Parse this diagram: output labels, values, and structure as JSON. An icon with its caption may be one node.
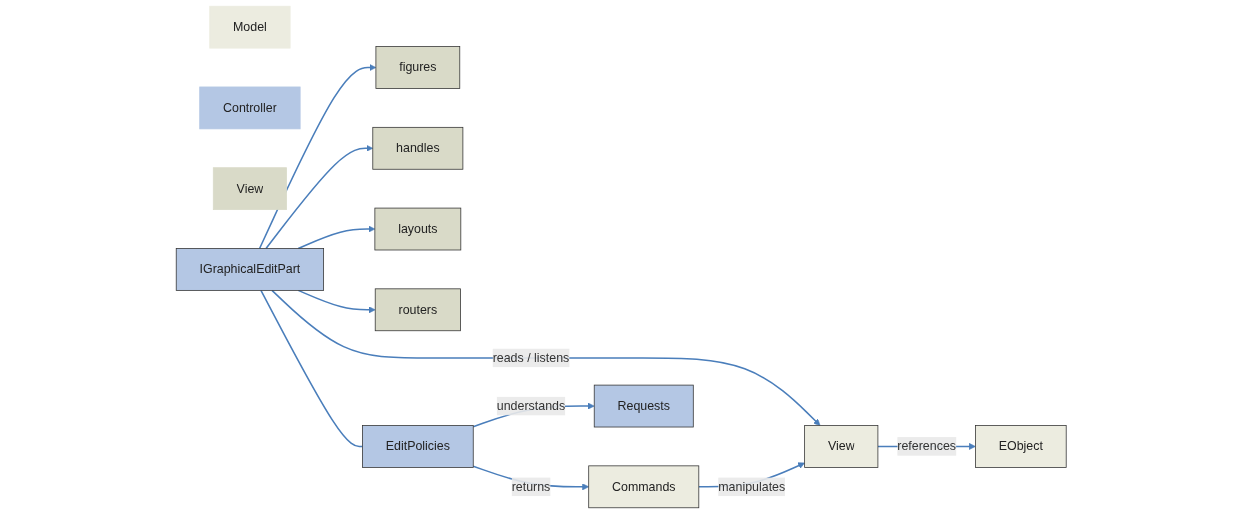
{
  "diagram": {
    "nodes": [
      {
        "text": [
          "Model"
        ]
      },
      {
        "text": [
          "Controller"
        ]
      },
      {
        "text": [
          "View"
        ]
      },
      {
        "text": [
          "EObject"
        ]
      },
      {
        "text": [
          "View"
        ]
      },
      {
        "text": [
          "IGraphicalEditPart"
        ]
      },
      {
        "text": [
          "figures"
        ]
      },
      {
        "text": [
          "handles"
        ]
      },
      {
        "text": [
          "layouts"
        ]
      },
      {
        "text": [
          "routers"
        ]
      },
      {
        "text": [
          "Commands"
        ]
      },
      {
        "text": [
          "EditPolicies"
        ]
      },
      {
        "text": [
          "Requests"
        ]
      }
    ],
    "edges": [
      {
        "from": 4,
        "to": 3,
        "label": "references",
        "arrow": "to"
      },
      {
        "from": 5,
        "to": 4,
        "label": "reads / listens",
        "arrow": "to"
      },
      {
        "from": 10,
        "to": 4,
        "label": "manipulates",
        "arrow": "to"
      },
      {
        "from": 5,
        "to": 11,
        "arrow": "none"
      },
      {
        "from": 5,
        "to": 6,
        "arrow": "to"
      },
      {
        "from": 5,
        "to": 7,
        "arrow": "to"
      },
      {
        "from": 5,
        "to": 8,
        "arrow": "to"
      },
      {
        "from": 5,
        "to": 9,
        "arrow": "to"
      },
      {
        "from": 11,
        "to": 10,
        "label": "returns",
        "arrow": "to"
      },
      {
        "from": 11,
        "to": 12,
        "label": "understands",
        "arrow": "to"
      }
    ]
  }
}
